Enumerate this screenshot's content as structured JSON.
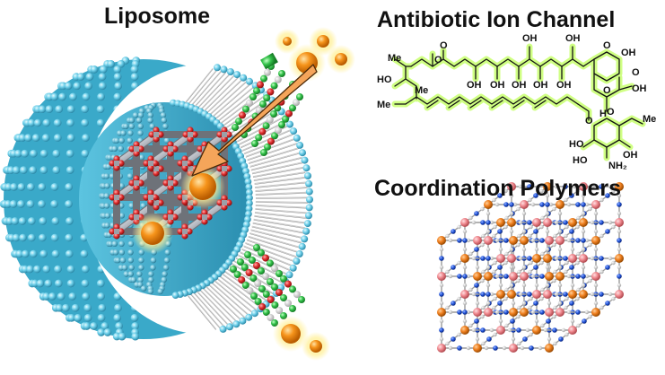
{
  "titles": {
    "liposome": "Liposome",
    "antibiotic": "Antibiotic Ion Channel",
    "coordination": "Coordination Polymers"
  },
  "molecule_labels": {
    "oh_top_1": "OH",
    "oh_top_2": "OH",
    "o_ring": "O",
    "oh_ring": "OH",
    "me_top": "Me",
    "o_ester": "O",
    "o_carbonyl": "O",
    "oh_chain_1": "OH",
    "oh_chain_2": "OH",
    "oh_chain_3": "OH",
    "oh_chain_4": "OH",
    "oh_chain_5": "OH",
    "ho_left": "HO",
    "me_mid": "Me",
    "me_left": "Me",
    "o_lactone": "O",
    "oh_acid": "OH",
    "o_acid": "O",
    "o_glyco": "O",
    "h_sugar": "H",
    "o_sugar": "O",
    "me_sugar": "Me",
    "ho_sugar_1": "HO",
    "ho_sugar_2": "HO",
    "oh_sugar": "OH",
    "nh2_sugar": "NH₂"
  },
  "colors": {
    "lipid_head": "#6fd0ea",
    "lipid_tail": "#c9c9c9",
    "framework_bar": "#b8bcc4",
    "framework_node": "#e23030",
    "ion": "#f08a10",
    "ion_glow": "#fff09a",
    "arrow": "#f5a55a",
    "molecule_glow": "#ccff77",
    "channel_green": "#33c24a",
    "channel_red": "#e03535",
    "coord_blue": "#2255dd",
    "coord_orange": "#f08020",
    "coord_pink": "#f08a90"
  }
}
